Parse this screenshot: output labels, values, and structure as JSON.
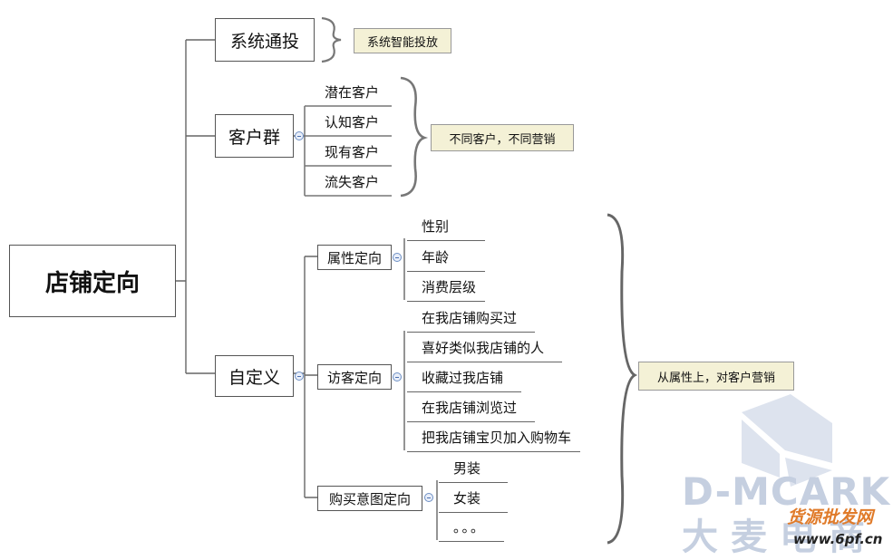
{
  "root": {
    "label": "店铺定向"
  },
  "branches": {
    "system": {
      "label": "系统通投",
      "note": "系统智能投放"
    },
    "customer": {
      "label": "客户群",
      "items": [
        "潜在客户",
        "认知客户",
        "现有客户",
        "流失客户"
      ],
      "note": "不同客户，不同营销"
    },
    "custom": {
      "label": "自定义",
      "note": "从属性上，对客户营销",
      "groups": {
        "attr": {
          "label": "属性定向",
          "items": [
            "性别",
            "年龄",
            "消费层级"
          ]
        },
        "visitor": {
          "label": "访客定向",
          "items": [
            "在我店铺购买过",
            "喜好类似我店铺的人",
            "收藏过我店铺",
            "在我店铺浏览过",
            "把我店铺宝贝加入购物车"
          ]
        },
        "intent": {
          "label": "购买意图定向",
          "items": [
            "男装",
            "女装",
            "。。。"
          ]
        }
      }
    }
  },
  "watermark": {
    "brand": "D-MCARK",
    "brand_cn": "大麦电商",
    "site_cn": "货源批发网",
    "site_url": "www.6pf.cn"
  }
}
